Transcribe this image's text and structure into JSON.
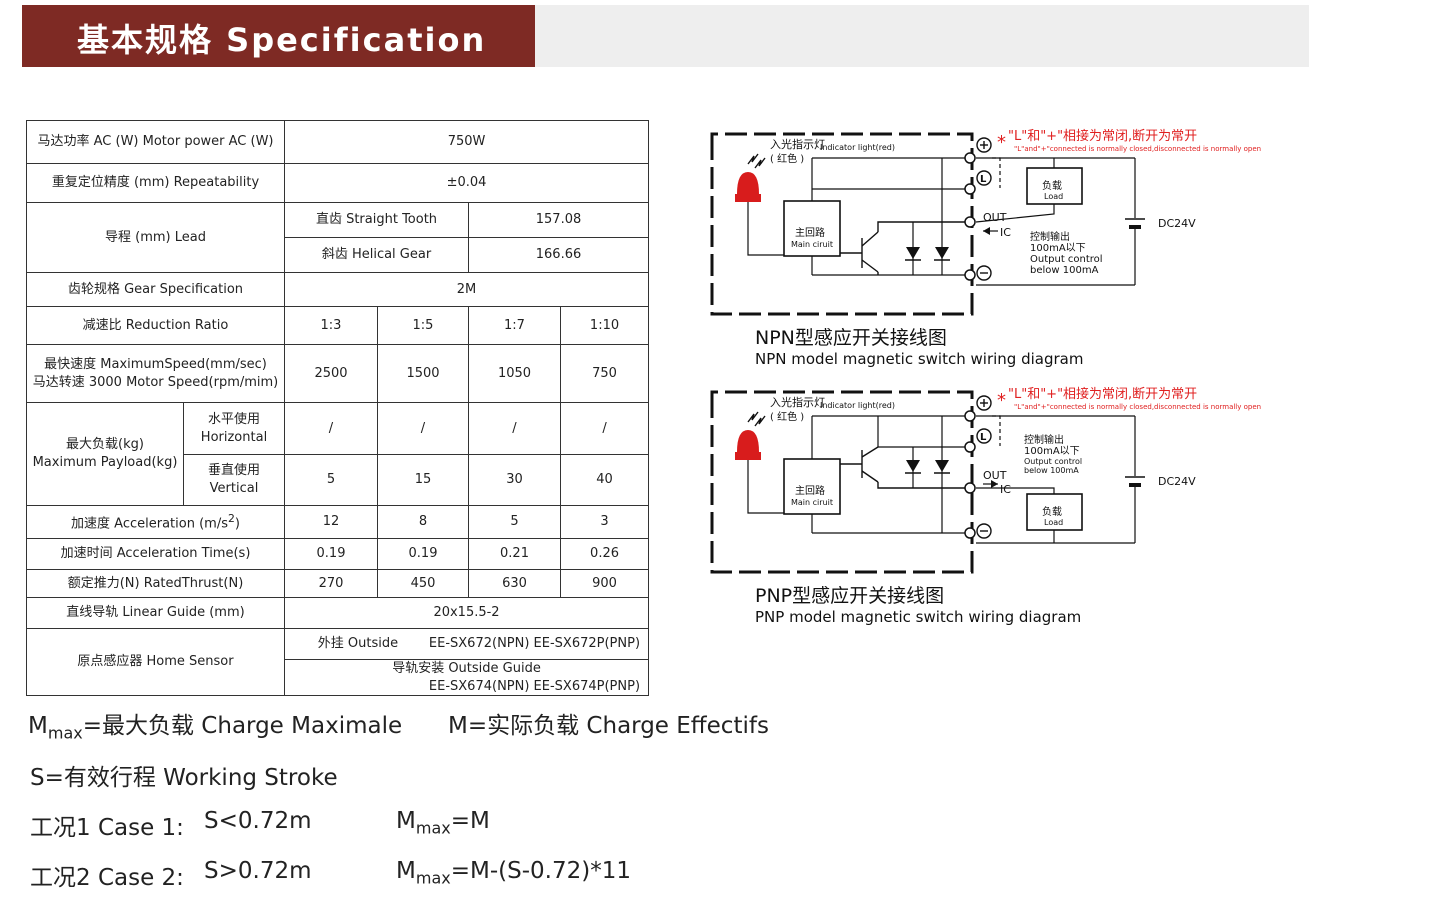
{
  "header": {
    "title": "基本规格   Specification"
  },
  "spec": {
    "motor_power": {
      "label": "马达功率 AC (W)  Motor power AC (W)",
      "value": "750W"
    },
    "repeatability": {
      "label": "重复定位精度 (mm)  Repeatability",
      "value": "±0.04"
    },
    "lead": {
      "label": "导程 (mm)      Lead",
      "straight_label": "直齿  Straight Tooth",
      "straight_value": "157.08",
      "helical_label": "斜齿  Helical Gear",
      "helical_value": "166.66"
    },
    "gear": {
      "label": "齿轮规格  Gear Specification",
      "value": "2M"
    },
    "ratio": {
      "label": "减速比  Reduction Ratio",
      "values": [
        "1:3",
        "1:5",
        "1:7",
        "1:10"
      ]
    },
    "speed": {
      "label_line1": "最快速度  MaximumSpeed(mm/sec)",
      "label_line2": "马达转速  3000 Motor Speed(rpm/mim)",
      "values": [
        "2500",
        "1500",
        "1050",
        "750"
      ]
    },
    "payload": {
      "label_line1": "最大负载(kg)",
      "label_line2": "Maximum Payload(kg)",
      "horizontal_line1": "水平使用",
      "horizontal_line2": "Horizontal",
      "horizontal_values": [
        "/",
        "/",
        "/",
        "/"
      ],
      "vertical_line1": "垂直使用",
      "vertical_line2": "Vertical",
      "vertical_values": [
        "5",
        "15",
        "30",
        "40"
      ]
    },
    "acceleration": {
      "label": "加速度  Acceleration (m/s",
      "label_sup": "2",
      "label_end": ")",
      "values": [
        "12",
        "8",
        "5",
        "3"
      ]
    },
    "accel_time": {
      "label": "加速时间  Acceleration  Time(s)",
      "values": [
        "0.19",
        "0.19",
        "0.21",
        "0.26"
      ]
    },
    "thrust": {
      "label": "额定推力(N)       RatedThrust(N)",
      "values": [
        "270",
        "450",
        "630",
        "900"
      ]
    },
    "guide": {
      "label": "直线导轨  Linear Guide (mm)",
      "value": "20x15.5-2"
    },
    "home_sensor": {
      "label": "原点感应器  Home Sensor",
      "outside_label": "外挂 Outside",
      "outside_values": "EE-SX672(NPN)   EE-SX672P(PNP)",
      "guide_label": "导轨安装 Outside Guide",
      "guide_values": "EE-SX674(NPN)   EE-SX674P(PNP)"
    }
  },
  "wiring": {
    "npn": {
      "title_cn": "NPN型感应开关接线图",
      "title_en": "NPN model magnetic switch wiring diagram",
      "note_cn": "\"L\"和\"+\"相接为常闭,断开为常开",
      "note_en": "\"L\"and\"+\"connected is normally closed,disconnected is normally open",
      "indicator_cn": "入光指示灯",
      "indicator_en": "Indicator light(red)",
      "red": "( 红色 )",
      "main_cn": "主回路",
      "main_en": "Main ciruit",
      "load_cn": "负载",
      "load_en": "Load",
      "out": "OUT",
      "ic": "IC",
      "ctrl_cn": "控制输出",
      "ctrl_1": "100mA以下",
      "ctrl_2": "Output control",
      "ctrl_3": "below 100mA",
      "dc": "DC24V"
    },
    "pnp": {
      "title_cn": "PNP型感应开关接线图",
      "title_en": "PNP model magnetic switch wiring diagram",
      "note_cn": "\"L\"和\"+\"相接为常闭,断开为常开",
      "note_en": "\"L\"and\"+\"connected is normally closed,disconnected is normally open",
      "indicator_cn": "入光指示灯",
      "indicator_en": "Indicator light(red)",
      "red": "( 红色 )",
      "main_cn": "主回路",
      "main_en": "Main ciruit",
      "load_cn": "负载",
      "load_en": "Load",
      "out": "OUT",
      "ic": "IC",
      "ctrl_cn": "控制输出",
      "ctrl_1": "100mA以下",
      "ctrl_2": "Output control",
      "ctrl_3": "below 100mA",
      "dc": "DC24V"
    }
  },
  "notes": {
    "mmax_prefix": "M",
    "mmax_sub": "max",
    "line1_a": "=最大负载  Charge Maximale",
    "line1_b": "M=实际负载  Charge Effectifs",
    "line2": "S=有效行程 Working Stroke",
    "case1_label": "工况1 Case 1:",
    "case1_cond": "S<0.72m",
    "case1_formula": "=M",
    "case2_label": "工况2  Case 2:",
    "case2_cond": "S>0.72m",
    "case2_formula": "=M-(S-0.72)*11"
  },
  "colors": {
    "header_red": "#7e2a24",
    "header_gray": "#eeeeee",
    "note_red": "#e02020",
    "lamp_red": "#d81c1c"
  }
}
